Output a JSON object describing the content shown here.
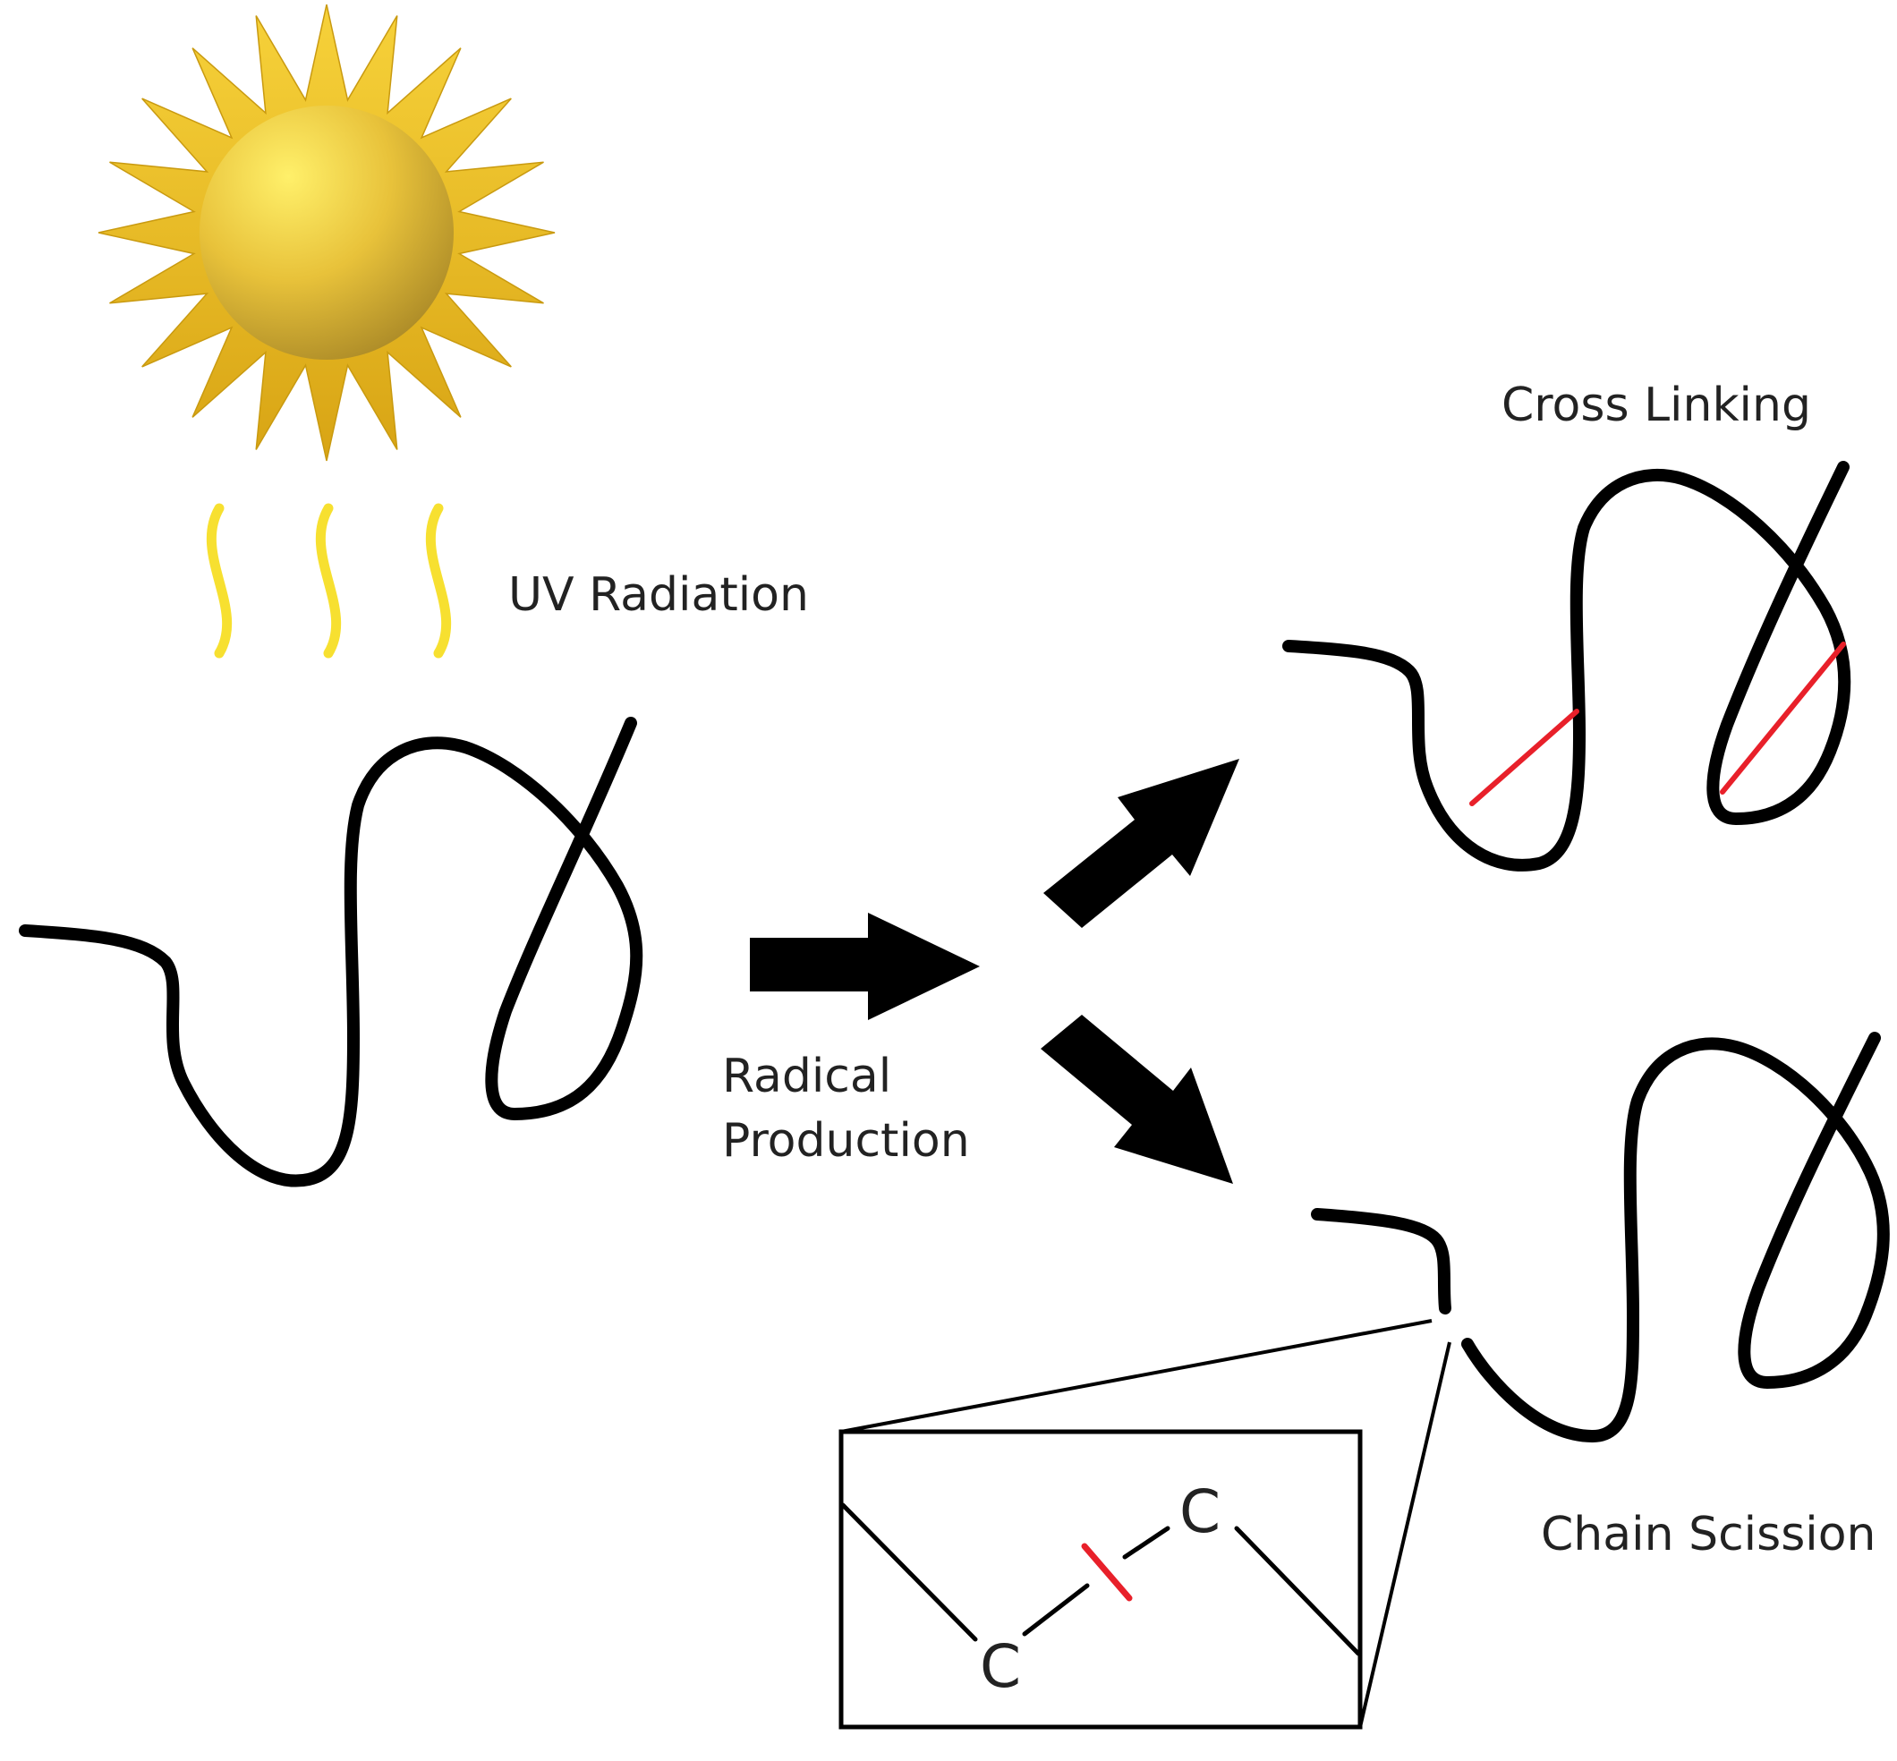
{
  "labels": {
    "uv_radiation": "UV Radiation",
    "radical_line1": "Radical",
    "radical_line2": "Production",
    "cross_linking": "Cross Linking",
    "chain_scission": "Chain Scission"
  },
  "inset": {
    "atom_left": "C",
    "atom_right": "C"
  },
  "icons": {
    "sun": "sun-icon",
    "uv_waves": "uv-wave-icon",
    "arrows": "block-arrow-icon"
  },
  "colors": {
    "chain": "#000000",
    "crosslink": "#e8202a",
    "broken_bond": "#e8202a",
    "sun_rays": "#f2c21c",
    "sun_core": "#d9b23a",
    "uv_waves": "#f7e030",
    "text": "#222222"
  }
}
